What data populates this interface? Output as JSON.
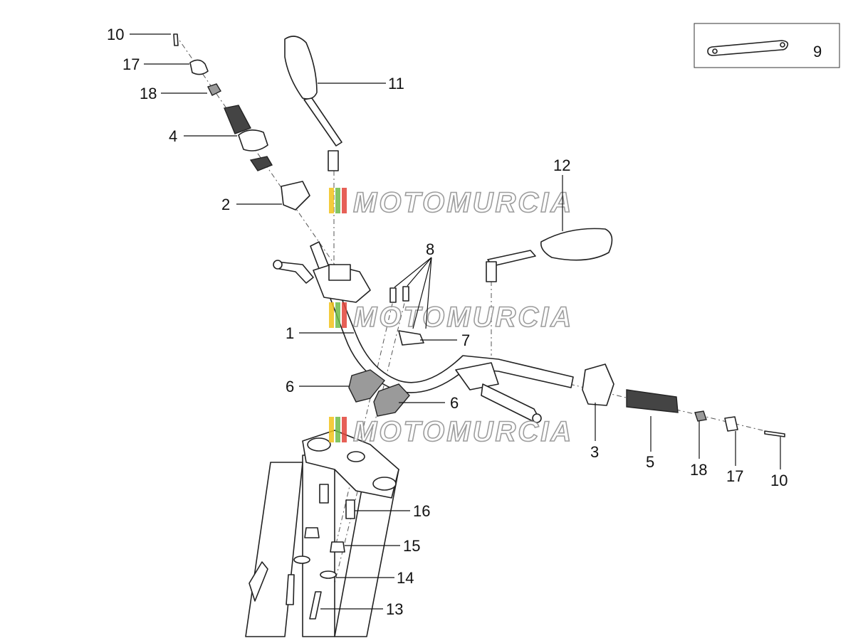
{
  "diagram": {
    "callouts": [
      "10",
      "17",
      "18",
      "4",
      "2",
      "11",
      "12",
      "8",
      "1",
      "7",
      "6",
      "6",
      "3",
      "5",
      "18",
      "17",
      "10",
      "16",
      "15",
      "14",
      "13",
      "9"
    ]
  },
  "watermark": {
    "text": "MOTOMURCIA",
    "stripe_colors": [
      "#f2c21b",
      "#6dbb4a",
      "#e2443a"
    ]
  }
}
